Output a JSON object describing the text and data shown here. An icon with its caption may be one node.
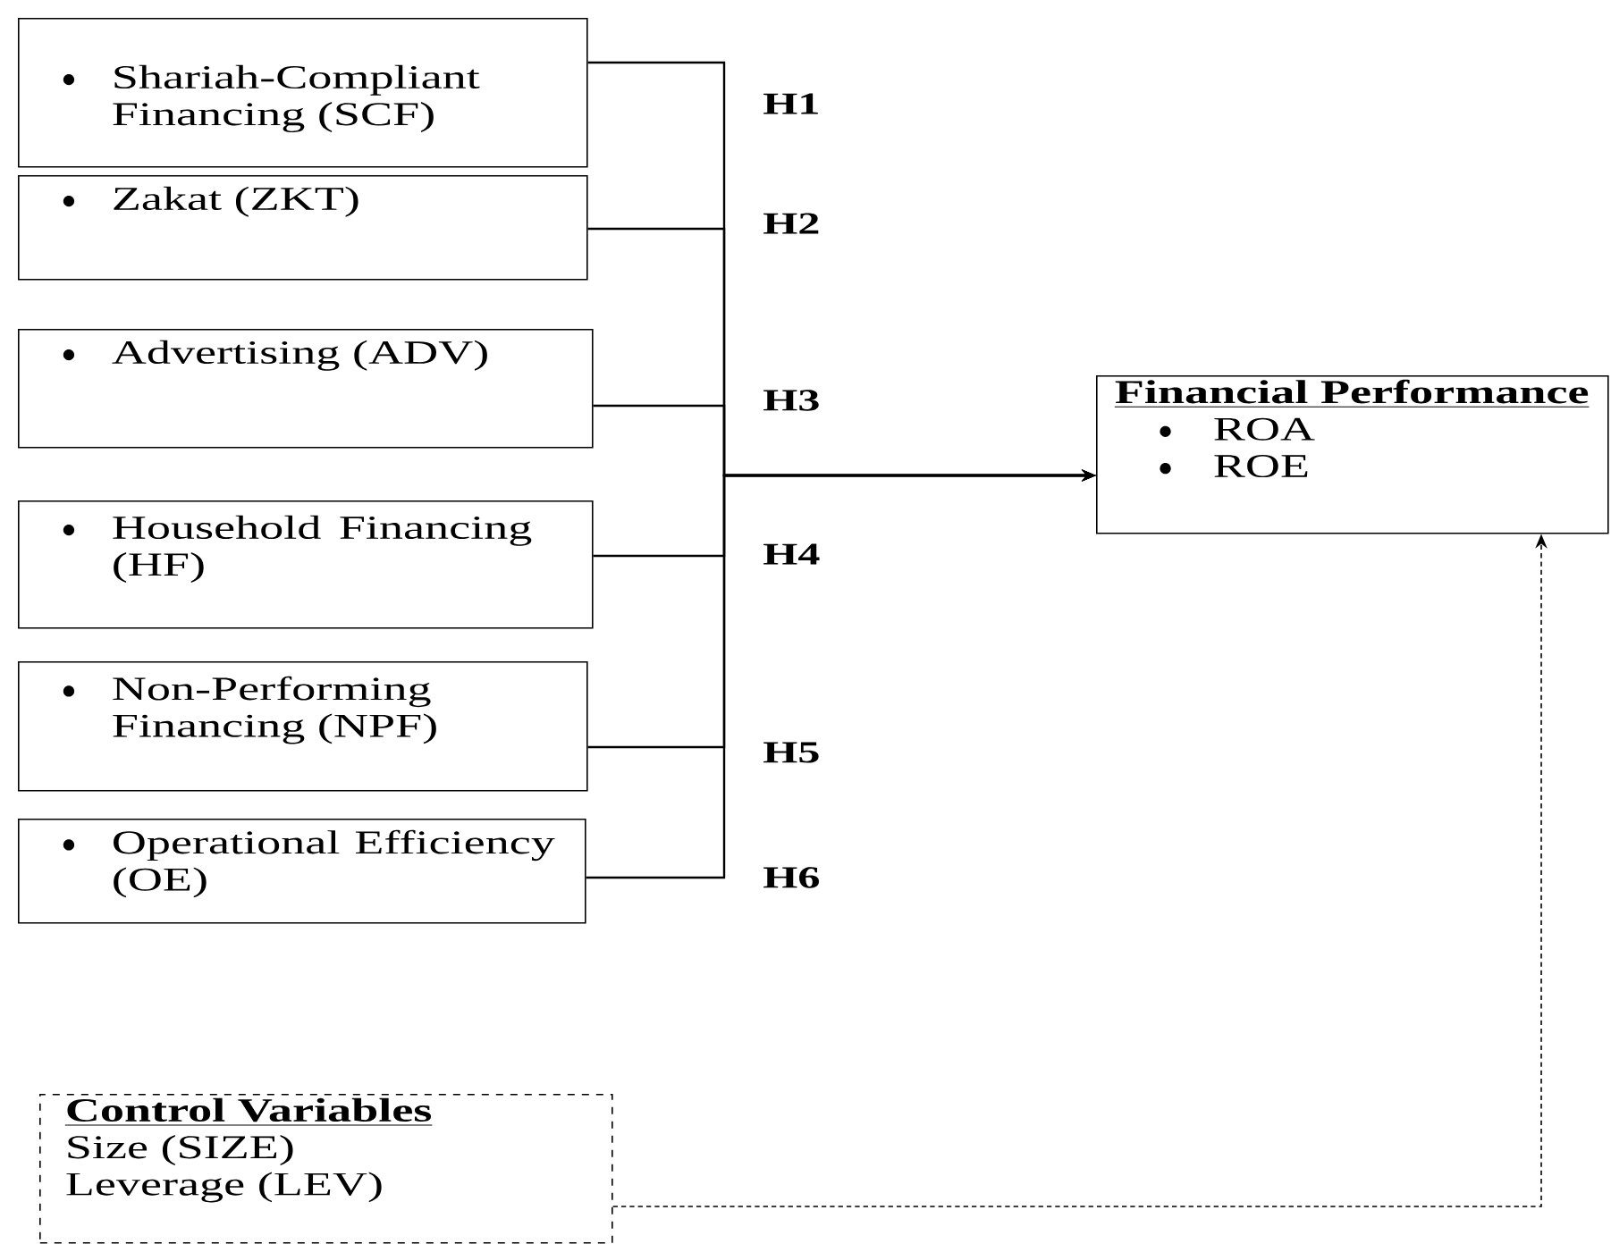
{
  "diagram": {
    "nodes": [
      {
        "text": [
          "Shariah-Compliant Financing (SCF)"
        ]
      },
      {
        "text": [
          "Zakat (ZKT)"
        ]
      },
      {
        "text": [
          "Advertising (ADV)"
        ]
      },
      {
        "text": [
          "Household Financing (HF)"
        ]
      },
      {
        "text": [
          "Non-Performing Financing (NPF)"
        ]
      },
      {
        "text": [
          "Operational Efficiency (OE)"
        ]
      },
      {
        "text": [
          "Financial Performance",
          "ROA",
          "ROE"
        ]
      },
      {
        "text": [
          "Control Variables",
          "Size (SIZE)",
          "Leverage (LEV)"
        ]
      }
    ],
    "edges": [
      {
        "from": 0,
        "to": 6,
        "arrow": "to",
        "label": "H1"
      },
      {
        "from": 1,
        "to": 6,
        "arrow": "to",
        "label": "H2"
      },
      {
        "from": 2,
        "to": 6,
        "arrow": "to",
        "label": "H3"
      },
      {
        "from": 3,
        "to": 6,
        "arrow": "to",
        "label": "H4"
      },
      {
        "from": 4,
        "to": 6,
        "arrow": "to",
        "label": "H5"
      },
      {
        "from": 5,
        "to": 6,
        "arrow": "to",
        "label": "H6"
      },
      {
        "from": 7,
        "to": 6,
        "arrow": "to",
        "style": "dashed"
      }
    ]
  }
}
